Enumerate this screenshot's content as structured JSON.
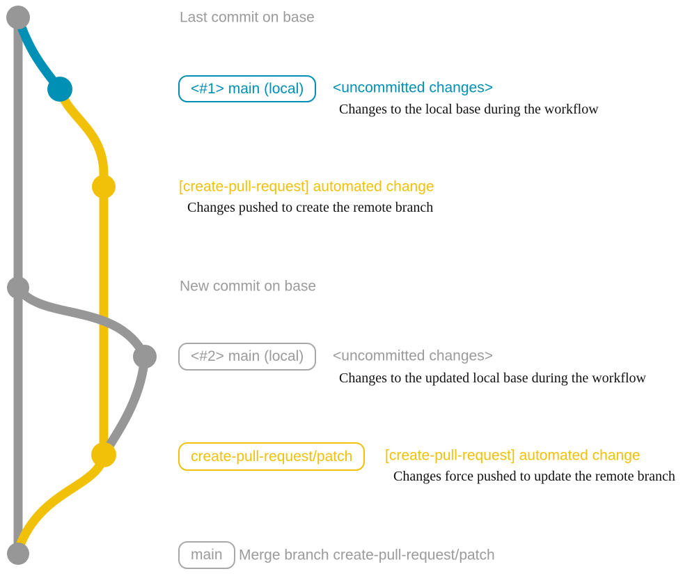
{
  "colors": {
    "base_gray": "#979797",
    "branch_blue": "#008fb5",
    "branch_yellow": "#f1c109",
    "text_gray": "#9b9b9b",
    "note_black": "#111111",
    "background": "#ffffff"
  },
  "diagram": {
    "type": "git-graph",
    "branches": [
      "base",
      "main (local)",
      "create-pull-request/patch"
    ],
    "rows": {
      "r1": {
        "heading": "Last commit on base"
      },
      "r2": {
        "branch_label": "<#1> main (local)",
        "message": "<uncommitted changes>",
        "note": "Changes to the local base during the workflow"
      },
      "r3": {
        "message": "[create-pull-request] automated change",
        "note": "Changes pushed to create the remote branch"
      },
      "r4": {
        "heading": "New commit on base"
      },
      "r5": {
        "branch_label": "<#2> main (local)",
        "message": "<uncommitted changes>",
        "note": "Changes to the updated local base during the workflow"
      },
      "r6": {
        "branch_label": "create-pull-request/patch",
        "message": "[create-pull-request] automated change",
        "note": "Changes force pushed to update the remote branch"
      },
      "r7": {
        "branch_label": "main",
        "message": "Merge branch create-pull-request/patch"
      }
    }
  }
}
